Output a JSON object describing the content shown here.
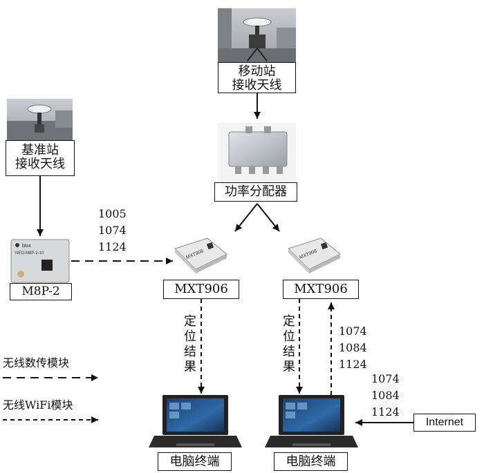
{
  "nodes": {
    "rover_antenna": "移动站\n接收天线",
    "base_antenna": "基准站\n接收天线",
    "power_splitter": "功率分配器",
    "m8p": "M8P-2",
    "mxt_left": "MXT906",
    "mxt_right": "MXT906",
    "pc_left": "电脑终端",
    "pc_right": "电脑终端",
    "internet": "Internet"
  },
  "chip_text": {
    "m8p_brand": "blox",
    "m8p_model": "NEO-M8P-2-10",
    "mxt_marking": "MXT906"
  },
  "edge_labels": {
    "radio_freqs": "1005\n1074\n1124",
    "positioning_result_left": "定\n位\n结\n果",
    "positioning_result_right": "定\n位\n结\n果",
    "internet_freqs_upper": "1074\n1084\n1124",
    "internet_freqs_lower": "1074\n1084\n1124"
  },
  "legend": {
    "radio_module": "无线数传模块",
    "wifi_module": "无线WiFi模块"
  }
}
